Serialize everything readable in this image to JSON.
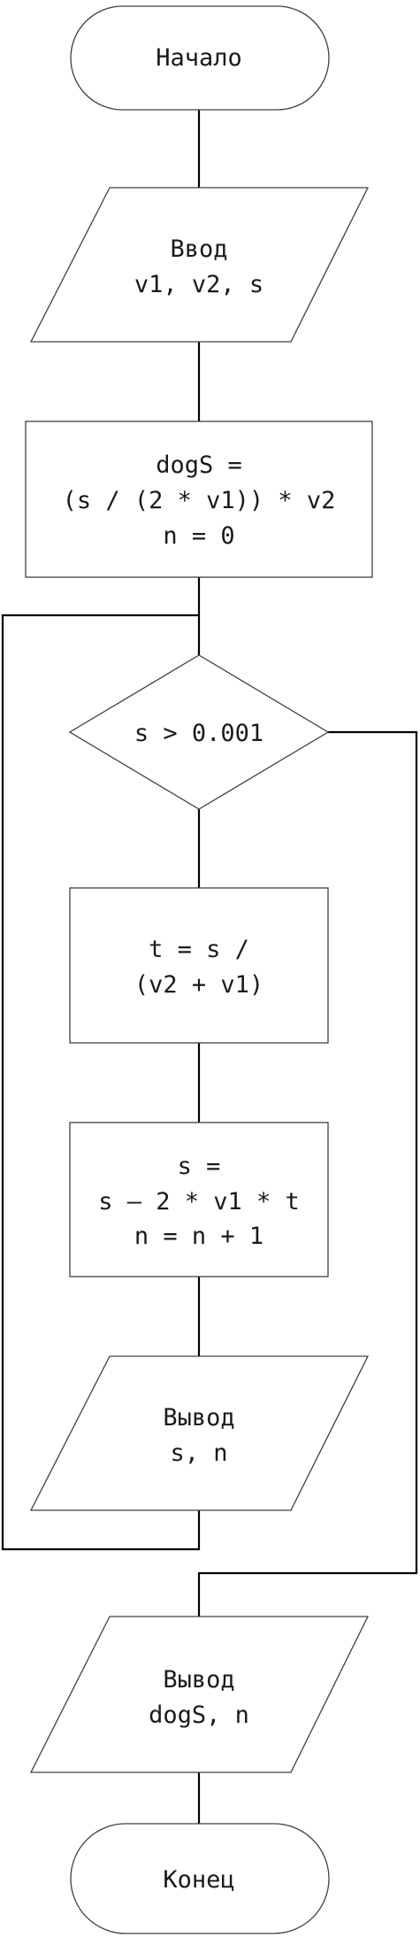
{
  "flowchart": {
    "start": {
      "label": "Начало"
    },
    "input": {
      "line1": "Ввод",
      "line2": "v1, v2, s"
    },
    "init": {
      "line1": "dogS =",
      "line2": "(s / (2 * v1)) * v2",
      "line3": "n = 0"
    },
    "condition": {
      "label": "s > 0.001"
    },
    "calc_t": {
      "line1": "t = s /",
      "line2": "(v2 + v1)"
    },
    "update": {
      "line1": "s =",
      "line2": "s – 2 * v1 * t",
      "line3": "n = n + 1"
    },
    "output_loop": {
      "line1": "Вывод",
      "line2": "s, n"
    },
    "output_final": {
      "line1": "Вывод",
      "line2": "dogS, n"
    },
    "end": {
      "label": "Конец"
    }
  }
}
